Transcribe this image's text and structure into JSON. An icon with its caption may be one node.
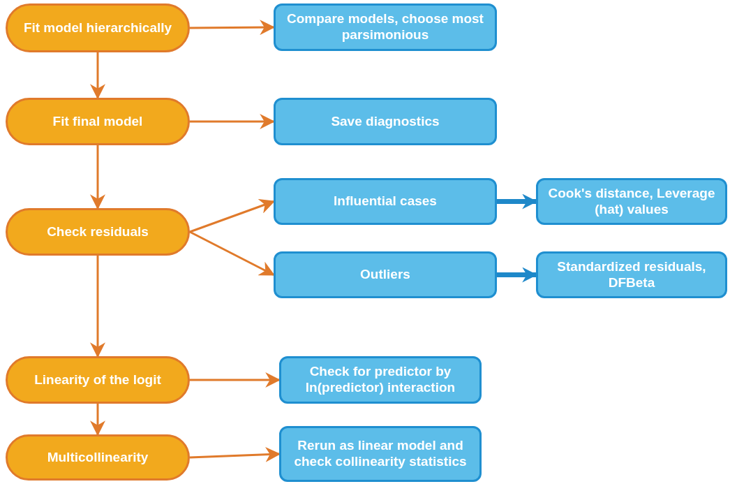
{
  "diagram": {
    "nodes": [
      {
        "text": [
          "Fit model hierarchically"
        ]
      },
      {
        "text": [
          "Compare models, choose most parsimonious"
        ]
      },
      {
        "text": [
          "Fit final model"
        ]
      },
      {
        "text": [
          "Save diagnostics"
        ]
      },
      {
        "text": [
          "Check residuals"
        ]
      },
      {
        "text": [
          "Influential cases"
        ]
      },
      {
        "text": [
          "Cook's distance, Leverage (hat) values"
        ]
      },
      {
        "text": [
          "Outliers"
        ]
      },
      {
        "text": [
          "Standardized residuals, DFBeta"
        ]
      },
      {
        "text": [
          "Linearity of the logit"
        ]
      },
      {
        "text": [
          "Check for predictor by ln(predictor) interaction"
        ]
      },
      {
        "text": [
          "Multicollinearity"
        ]
      },
      {
        "text": [
          "Rerun as linear model and check collinearity statistics"
        ]
      }
    ],
    "edges": [
      {
        "from": 0,
        "to": 1,
        "arrow": "to"
      },
      {
        "from": 0,
        "to": 2,
        "arrow": "to"
      },
      {
        "from": 2,
        "to": 3,
        "arrow": "to"
      },
      {
        "from": 2,
        "to": 4,
        "arrow": "to"
      },
      {
        "from": 4,
        "to": 5,
        "arrow": "to"
      },
      {
        "from": 4,
        "to": 7,
        "arrow": "to"
      },
      {
        "from": 5,
        "to": 6,
        "arrow": "to",
        "style": "thick",
        "color": "#1e88c9"
      },
      {
        "from": 7,
        "to": 8,
        "arrow": "to",
        "style": "thick",
        "color": "#1e88c9"
      },
      {
        "from": 4,
        "to": 9,
        "arrow": "to"
      },
      {
        "from": 9,
        "to": 10,
        "arrow": "to"
      },
      {
        "from": 9,
        "to": 11,
        "arrow": "to"
      },
      {
        "from": 11,
        "to": 12,
        "arrow": "to"
      }
    ]
  }
}
